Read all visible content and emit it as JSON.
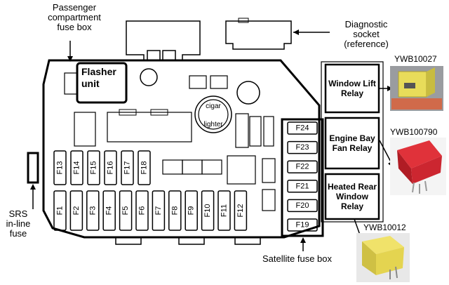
{
  "labels": {
    "passenger_box": "Passenger compartment fuse box",
    "diagnostic": "Diagnostic socket (reference)",
    "srs": "SRS in-line fuse",
    "satellite": "Satellite fuse box",
    "flasher": "Flasher unit",
    "cigar": "cigar",
    "lighter": "lighter"
  },
  "fuses_top": [
    "F13",
    "F14",
    "F15",
    "F16",
    "F17",
    "F18"
  ],
  "fuses_bottom": [
    "F1",
    "F2",
    "F3",
    "F4",
    "F5",
    "F6",
    "F7",
    "F8",
    "F9",
    "F10",
    "F11",
    "F12"
  ],
  "satellite_fuses": [
    "F24",
    "F23",
    "F22",
    "F21",
    "F20",
    "F19"
  ],
  "relays": [
    {
      "name": "Window Lift Relay",
      "part": "YWB10027",
      "color": "#e8dc5a"
    },
    {
      "name": "Engine Bay Fan Relay",
      "part": "YWB100790",
      "color": "#d8262f"
    },
    {
      "name": "Heated Rear Window Relay",
      "part": "YWB10012",
      "color": "#e6d64c"
    }
  ]
}
